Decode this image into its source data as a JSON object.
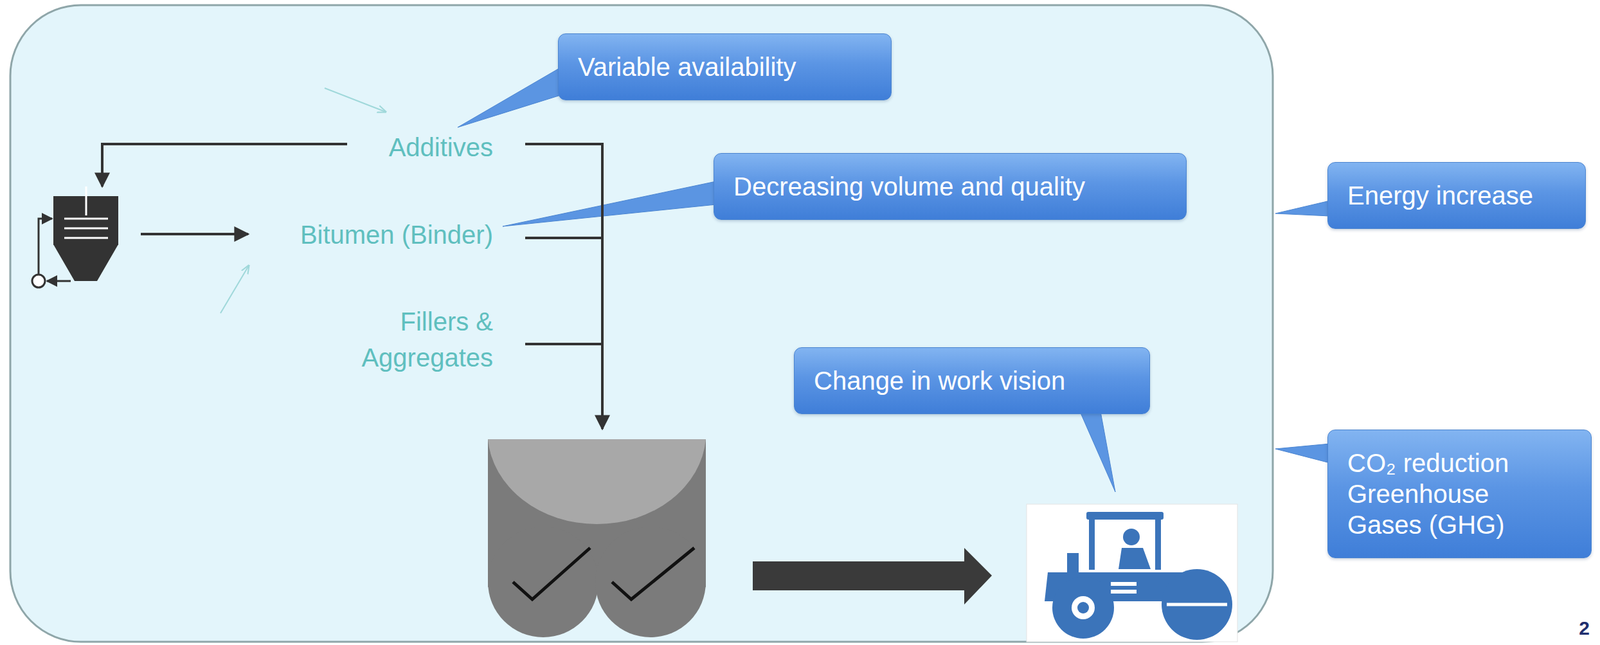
{
  "diagram": {
    "nodes": [
      {
        "text": [
          "Variable availability"
        ]
      },
      {
        "text": [
          "Decreasing volume and quality"
        ]
      },
      {
        "text": [
          "Energy increase"
        ]
      },
      {
        "text": [
          "Change in work vision"
        ]
      },
      {
        "text": [
          "CO₂ reduction Greenhouse Gases (GHG)"
        ]
      }
    ],
    "labels": [
      "Additives",
      "Bitumen (Binder)",
      "Fillers & Aggregates",
      "2"
    ]
  }
}
